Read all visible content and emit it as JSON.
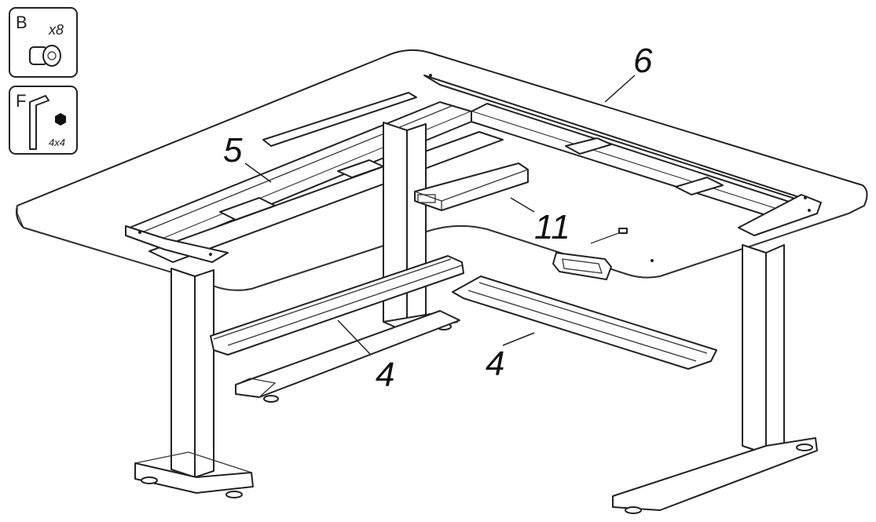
{
  "parts_box_b": {
    "letter": "B",
    "quantity": "x8",
    "icon": "screw-icon"
  },
  "parts_box_f": {
    "letter": "F",
    "size": "4x4",
    "icon": "allen-key-icon"
  },
  "callouts": {
    "desktop": "6",
    "frame": "5",
    "control_box": "11",
    "cable_tray_left": "4",
    "cable_tray_right": "4"
  }
}
